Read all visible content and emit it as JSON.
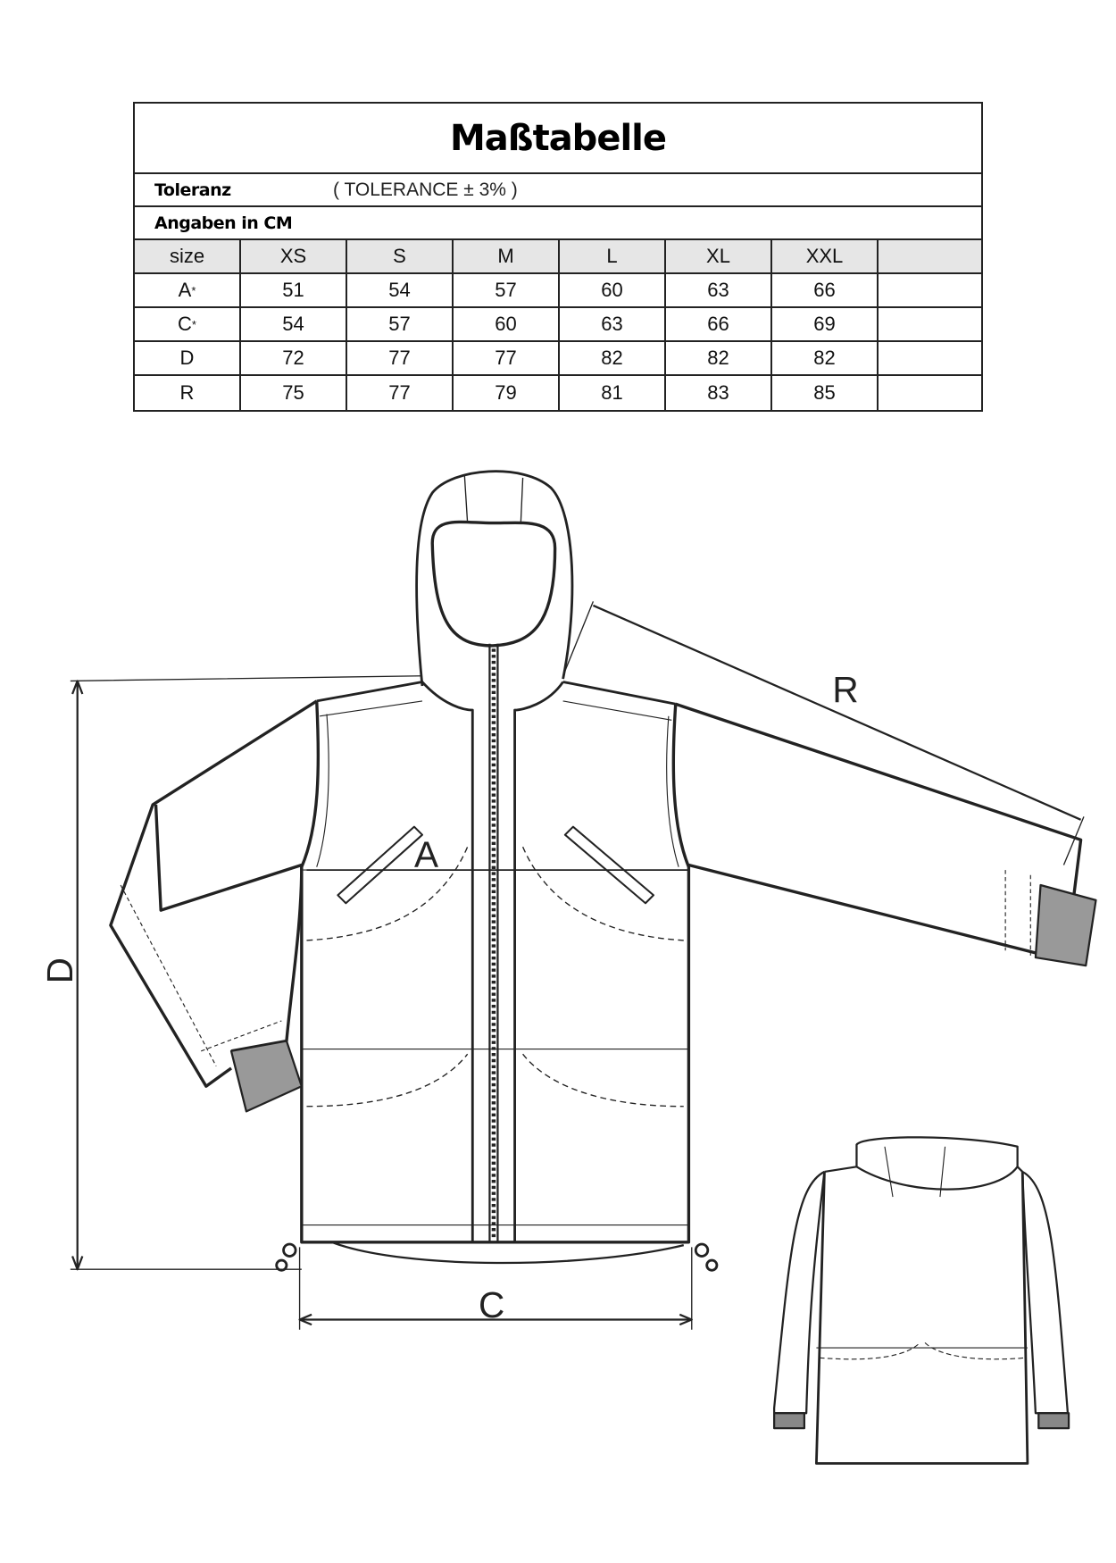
{
  "table": {
    "title": "Maßtabelle",
    "tolerance_label": "Toleranz",
    "tolerance_value": "( TOLERANCE ± 3% )",
    "units_label": "Angaben in CM",
    "header": [
      "size",
      "XS",
      "S",
      "M",
      "L",
      "XL",
      "XXL",
      ""
    ],
    "rows": [
      {
        "label": "A",
        "mark": "*",
        "values": [
          "51",
          "54",
          "57",
          "60",
          "63",
          "66",
          ""
        ]
      },
      {
        "label": "C",
        "mark": "*",
        "values": [
          "54",
          "57",
          "60",
          "63",
          "66",
          "69",
          ""
        ]
      },
      {
        "label": "D",
        "mark": "",
        "values": [
          "72",
          "77",
          "77",
          "82",
          "82",
          "82",
          ""
        ]
      },
      {
        "label": "R",
        "mark": "",
        "values": [
          "75",
          "77",
          "79",
          "81",
          "83",
          "85",
          ""
        ]
      }
    ]
  },
  "diagram": {
    "label_a": "A",
    "label_c": "C",
    "label_d": "D",
    "label_r": "R"
  }
}
